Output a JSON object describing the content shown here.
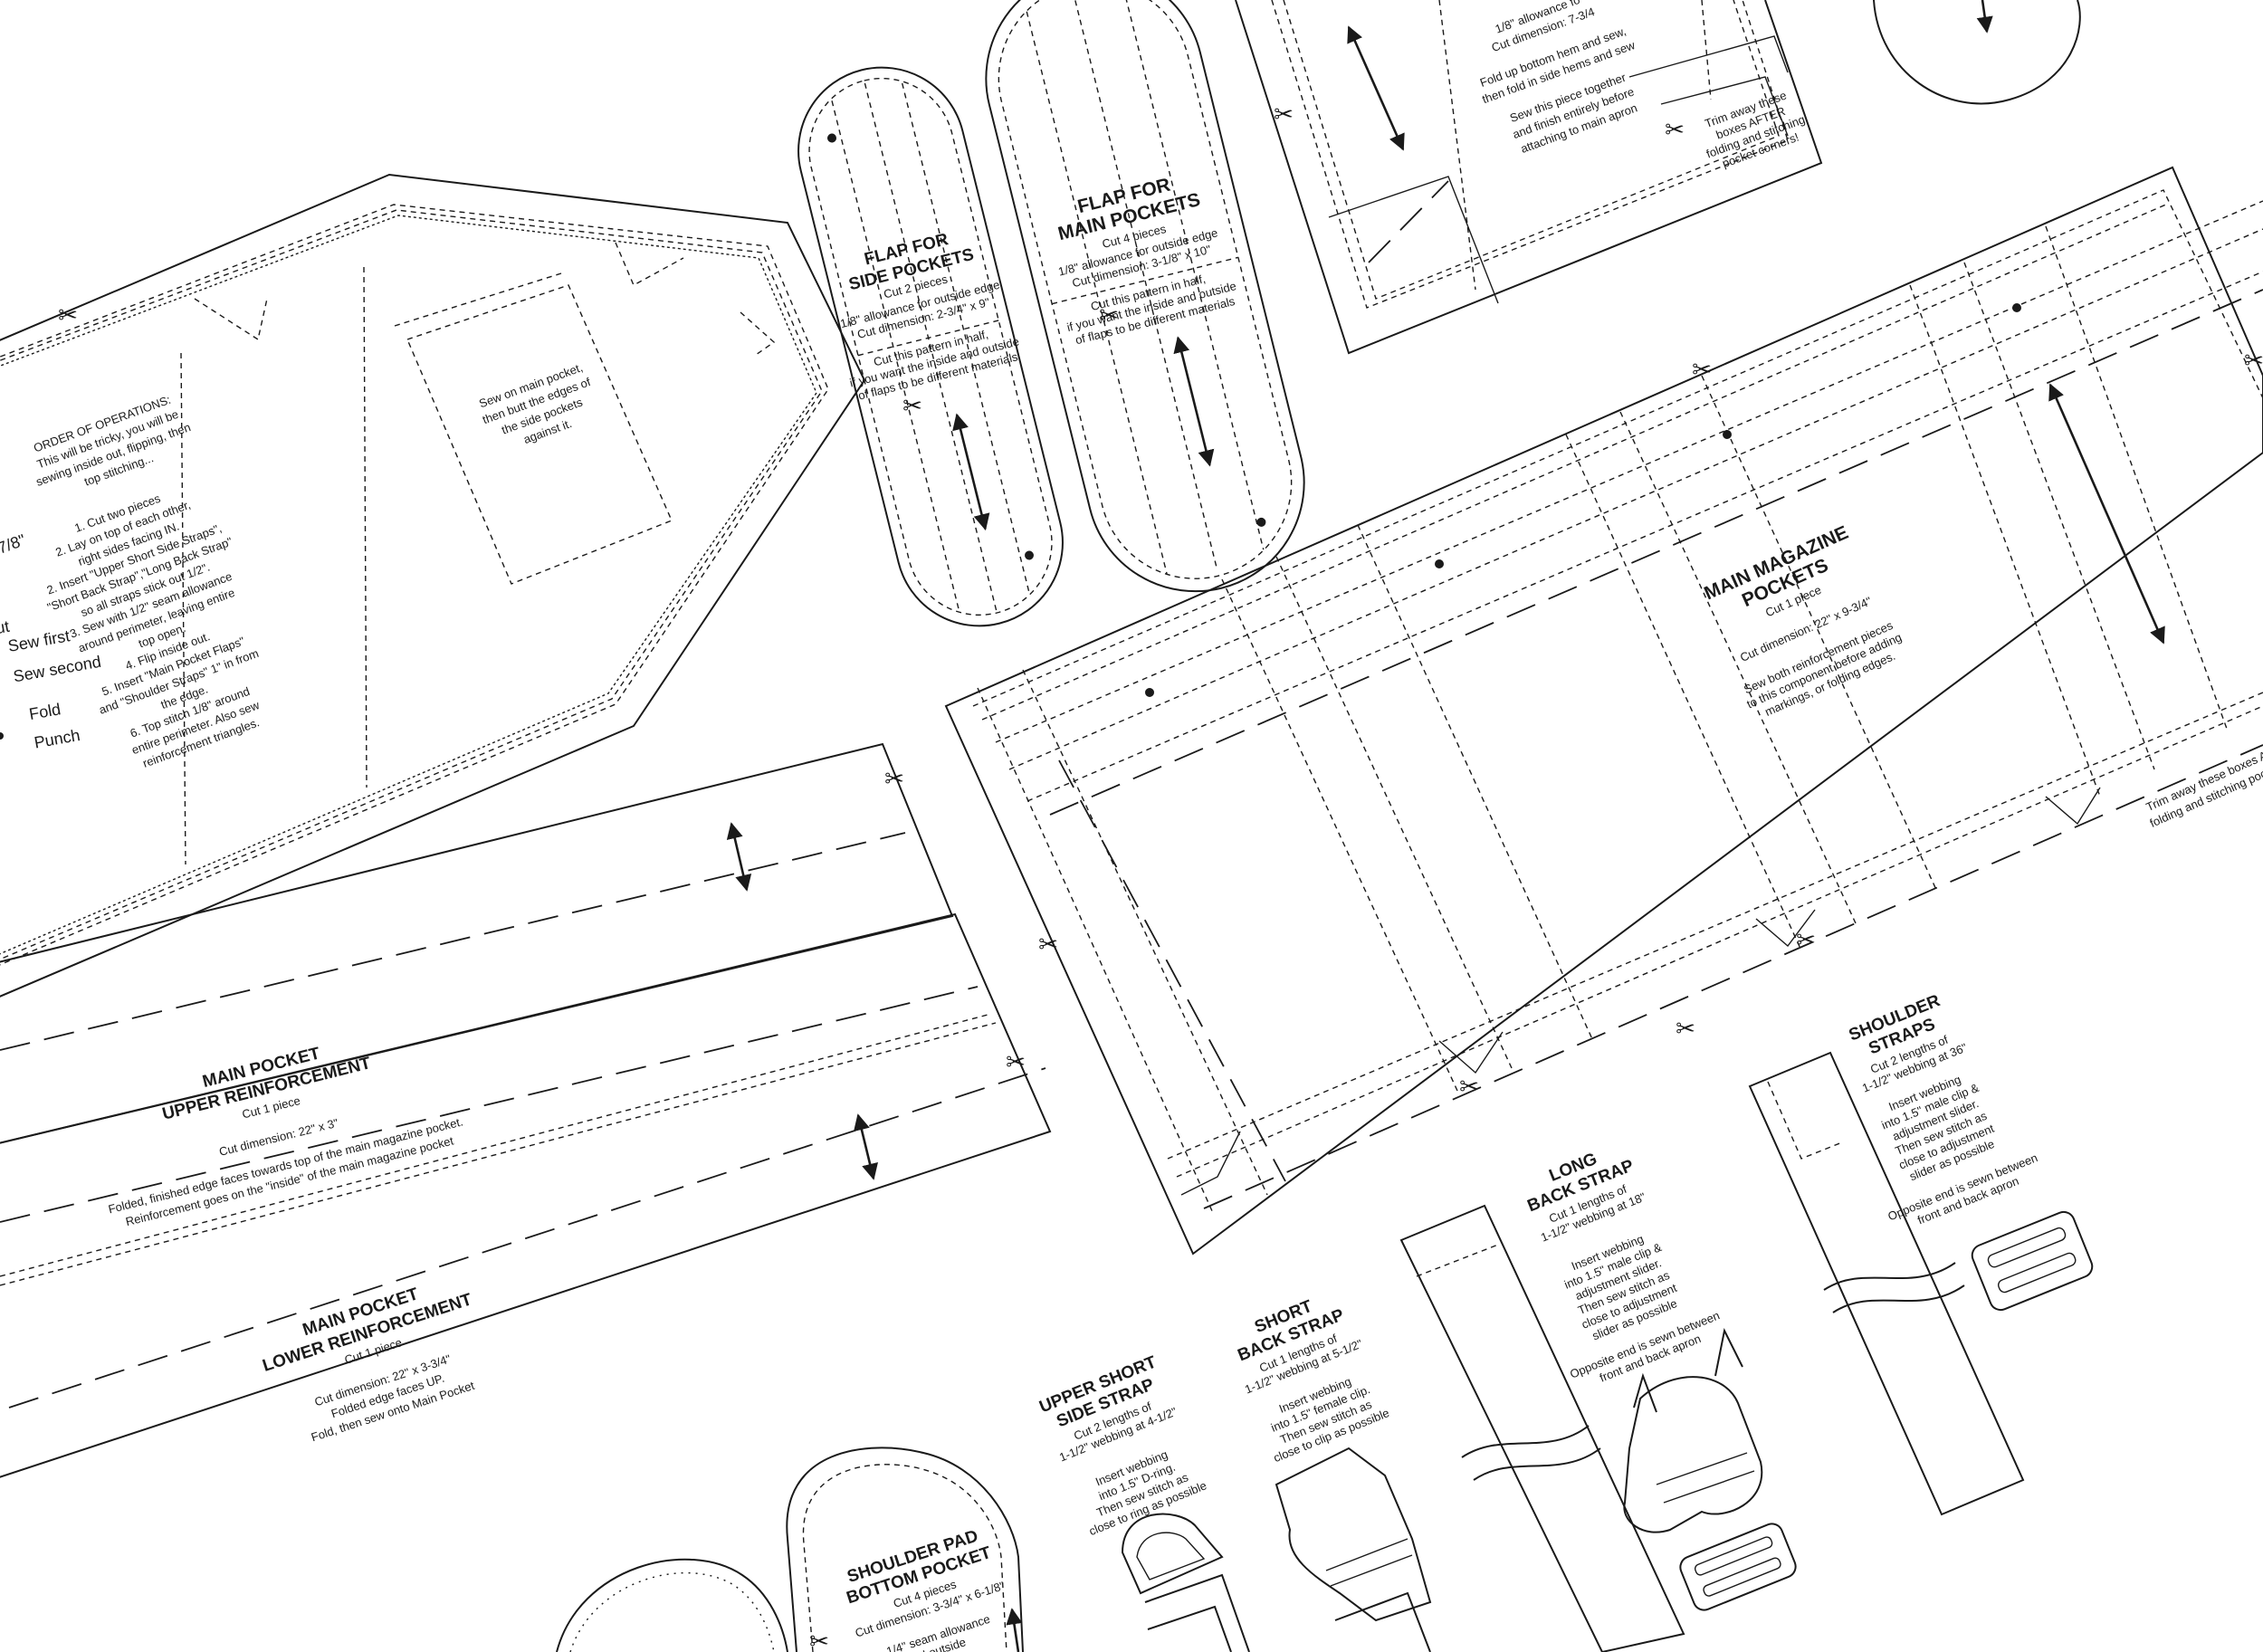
{
  "pieces": {
    "apron": {
      "order_title": "ORDER OF OPERATIONS:",
      "order_lines": [
        "This will be tricky, you will be",
        "sewing inside out, flipping, then",
        "top stitching..."
      ],
      "steps": [
        "1. Cut two pieces",
        "2. Lay on top of each other,",
        "right sides facing IN.",
        "2. Insert \"Upper Short Side Straps\",",
        "\"Short Back Strap\",\"Long Back Strap\"",
        "so all straps stick out 1/2\".",
        "3. Sew with 1/2\" seam allowance",
        "around perimeter, leaving entire",
        "top open.",
        "4. Flip inside out.",
        "5. Insert \"Main Pocket Flaps\"",
        "and \"Shoulder Straps\" 1\" in from",
        "the edge.",
        "6. Top stitch 1/8\" around",
        "entire perimeter. Also sew",
        "reinforcement triangles."
      ],
      "pocket_note": [
        "Sew on main pocket,",
        "then butt the edges of",
        "the side pockets",
        "against it."
      ],
      "legend": [
        {
          "label": "Sew first"
        },
        {
          "label": "Sew second"
        },
        {
          "label": "Fold"
        },
        {
          "label": "Punch"
        }
      ],
      "legend_fragments": [
        "7/8\"",
        "ut"
      ]
    },
    "flap_side": {
      "title": [
        "FLAP FOR",
        "SIDE POCKETS"
      ],
      "qty": "Cut 2 pieces",
      "lines": [
        "1/8\" allowance for outside edge",
        "Cut dimension: 2-3/4\" x 9\"",
        "Cut this pattern in half,",
        "if you want the inside and outside",
        "of flaps to be different materials"
      ]
    },
    "flap_main": {
      "title": [
        "FLAP FOR",
        "MAIN POCKETS"
      ],
      "qty": "Cut 4 pieces",
      "lines": [
        "1/8\" allowance for outside edge",
        "Cut dimension: 3-1/8\" x 10\"",
        "Cut this pattern in half,",
        "if you want the inside and outside",
        "of flaps to be different materials"
      ]
    },
    "side_pocket": {
      "lines": [
        "1/8\" allowance fo",
        "Cut dimension: 7-3/4",
        "Fold up bottom hem and sew,",
        "then fold in side hems and sew",
        "Sew this piece together",
        "and finish entirely before",
        "attaching to main apron"
      ],
      "trim_note": [
        "Trim away these",
        "boxes AFTER",
        "folding and stitching",
        "pocket corners!"
      ]
    },
    "main_magazine": {
      "title": [
        "MAIN MAGAZINE",
        "POCKETS"
      ],
      "qty": "Cut 1 piece",
      "dimension": "Cut dimension: 22\" x 9-3/4\"",
      "lines": [
        "Sew both reinforcement pieces",
        "to this component before adding",
        "markings, or folding edges."
      ],
      "trim_note": [
        "Trim away these boxes AFTER",
        "folding and stitching pocket corn"
      ]
    },
    "upper_reinf": {
      "title": [
        "MAIN POCKET",
        "UPPER REINFORCEMENT"
      ],
      "qty": "Cut 1 piece",
      "dimension": "Cut dimension: 22\" x 3\"",
      "lines": [
        "Folded, finished edge faces towards top of the main magazine pocket.",
        "Reinforcement goes on the \"inside\" of the main magazine pocket"
      ]
    },
    "lower_reinf": {
      "title": [
        "MAIN POCKET",
        "LOWER REINFORCEMENT"
      ],
      "qty": "Cut 1 piece",
      "lines": [
        "Cut dimension: 22\" x 3-3/4\"",
        "Folded edge faces UP.",
        "Fold, then sew onto Main Pocket"
      ]
    },
    "shoulder_straps": {
      "title": [
        "SHOULDER",
        "STRAPS"
      ],
      "qty": [
        "Cut 2 lengths of",
        "1-1/2\" webbing at 36\""
      ],
      "lines": [
        "Insert webbing",
        "into 1.5\" male clip &",
        "adjustment slider.",
        "Then sew stitch as",
        "close to adjustment",
        "slider as possible",
        "Opposite end is sewn between",
        "front and back apron"
      ]
    },
    "long_back": {
      "title": [
        "LONG",
        "BACK STRAP"
      ],
      "qty": [
        "Cut 1 lengths of",
        "1-1/2\" webbing at 18\""
      ],
      "lines": [
        "Insert webbing",
        "into 1.5\" male clip &",
        "adjustment slider.",
        "Then sew stitch as",
        "close to adjustment",
        "slider as possible",
        "Opposite end is sewn between",
        "front and back apron"
      ]
    },
    "short_back": {
      "title": [
        "SHORT",
        "BACK STRAP"
      ],
      "qty": [
        "Cut 1 lengths of",
        "1-1/2\" webbing at 5-1/2\""
      ],
      "lines": [
        "Insert webbing",
        "into 1.5\" female clip.",
        "Then sew stitch as",
        "close to clip as possible"
      ]
    },
    "upper_short_side": {
      "title": [
        "UPPER SHORT",
        "SIDE STRAP"
      ],
      "qty": [
        "Cut 2 lengths of",
        "1-1/2\" webbing at 4-1/2\""
      ],
      "lines": [
        "Insert webbing",
        "into 1.5\" D-ring.",
        "Then sew stitch as",
        "close to ring as possible"
      ]
    },
    "shoulder_pad": {
      "title": [
        "SHOULDER PAD",
        "BOTTOM POCKET"
      ],
      "qty": "Cut 4 pieces",
      "lines": [
        "Cut dimension: 3-3/4\" x 6-1/8\"",
        "1/4\" seam allowance",
        "d outside"
      ]
    }
  }
}
